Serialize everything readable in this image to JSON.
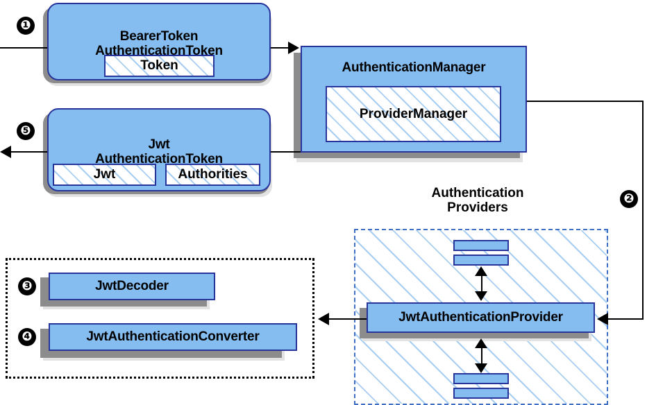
{
  "diagram": {
    "title": "Spring Security JWT Bearer Token Authentication Flow",
    "colors": {
      "node_fill": "#85bdf0",
      "node_border": "#27349b",
      "hatch_line": "#a8cdf2",
      "shadow_dark": "#8c8c8c",
      "shadow_light": "#e2e2e2",
      "dashed_border": "#3f6fc4",
      "dotted_border": "#000000",
      "connector": "#000000"
    }
  },
  "nodes": {
    "bearer_token": {
      "title_line1": "BearerToken",
      "title_line2": "AuthenticationToken",
      "inner": {
        "token": "Token"
      }
    },
    "authentication_manager": {
      "title": "AuthenticationManager",
      "inner": {
        "provider_manager": "ProviderManager"
      }
    },
    "jwt_token": {
      "title_line1": "Jwt",
      "title_line2": "AuthenticationToken",
      "inner": {
        "jwt": "Jwt",
        "authorities": "Authorities"
      }
    },
    "providers_group": {
      "caption_line1": "Authentication",
      "caption_line2": "Providers",
      "provider": "JwtAuthenticationProvider"
    },
    "jwt_decoder": {
      "label": "JwtDecoder"
    },
    "jwt_authentication_converter": {
      "label": "JwtAuthenticationConverter"
    }
  },
  "steps": {
    "one": "❶",
    "two": "❷",
    "three": "❸",
    "four": "❹",
    "five": "❺"
  }
}
